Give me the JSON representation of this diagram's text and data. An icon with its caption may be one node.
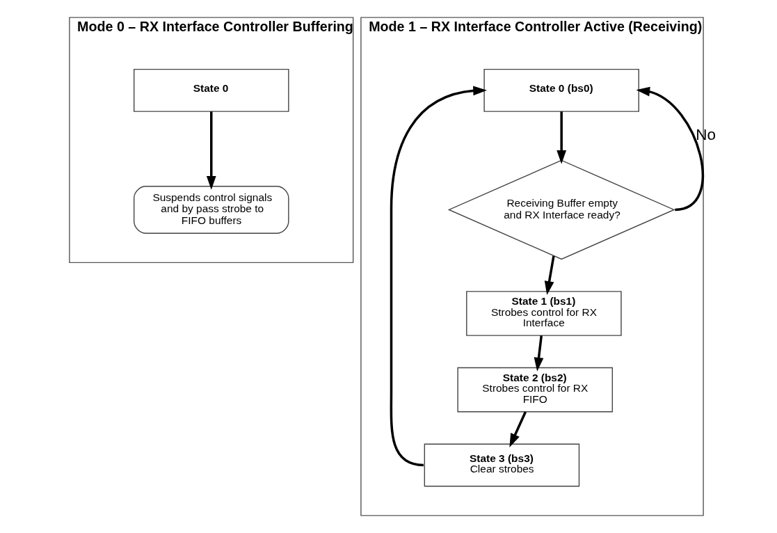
{
  "diagram": {
    "nodes": [
      {
        "text": [
          "Mode 0 – RX Interface Controller Buffering"
        ]
      },
      {
        "text": [
          "State 0"
        ],
        "in": 0
      },
      {
        "text": [
          "Suspends control signals and by pass strobe to FIFO buffers"
        ],
        "in": 0
      },
      {
        "text": [
          "Mode 1 – RX Interface Controller Active (Receiving)"
        ]
      },
      {
        "text": [
          "State 0 (bs0)"
        ],
        "in": 3
      },
      {
        "text": [
          "Receiving Buffer empty and RX Interface ready?"
        ],
        "in": 3
      },
      {
        "text": [
          "State 1 (bs1)",
          "Strobes control for RX Interface"
        ],
        "in": 3
      },
      {
        "text": [
          "State 2 (bs2)",
          "Strobes control for RX FIFO"
        ],
        "in": 3
      },
      {
        "text": [
          "State 3 (bs3)",
          "Clear strobes"
        ],
        "in": 3
      }
    ],
    "edges": [
      {
        "from": 1,
        "to": 2,
        "arrow": "to"
      },
      {
        "from": 4,
        "to": 5,
        "arrow": "to"
      },
      {
        "from": 5,
        "to": 4,
        "arrow": "to",
        "label": "No"
      },
      {
        "from": 5,
        "to": 6,
        "arrow": "to"
      },
      {
        "from": 6,
        "to": 7,
        "arrow": "to"
      },
      {
        "from": 7,
        "to": 8,
        "arrow": "to"
      },
      {
        "from": 8,
        "to": 4,
        "arrow": "to"
      }
    ]
  }
}
